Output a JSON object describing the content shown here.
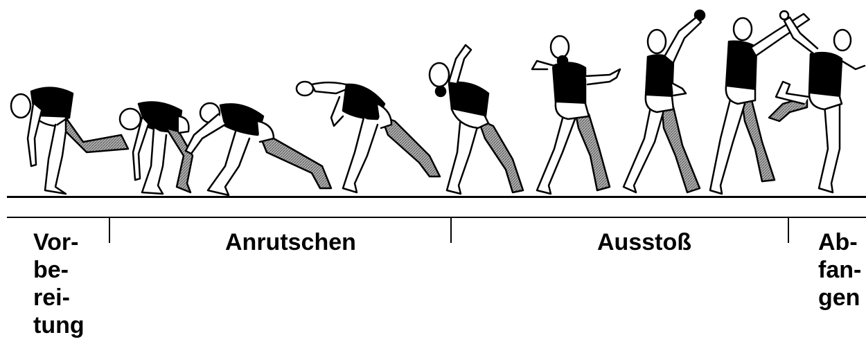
{
  "phases": {
    "preparation": [
      "Vor-",
      "be-",
      "rei-",
      "tung"
    ],
    "glide": "Anrutschen",
    "thrust": "Ausstoß",
    "recovery": [
      "Ab-",
      "fan-",
      "gen"
    ]
  },
  "colors": {
    "ink": "#000000",
    "shaded_leg": "#8c8c8c",
    "body_fill": "#ffffff"
  }
}
